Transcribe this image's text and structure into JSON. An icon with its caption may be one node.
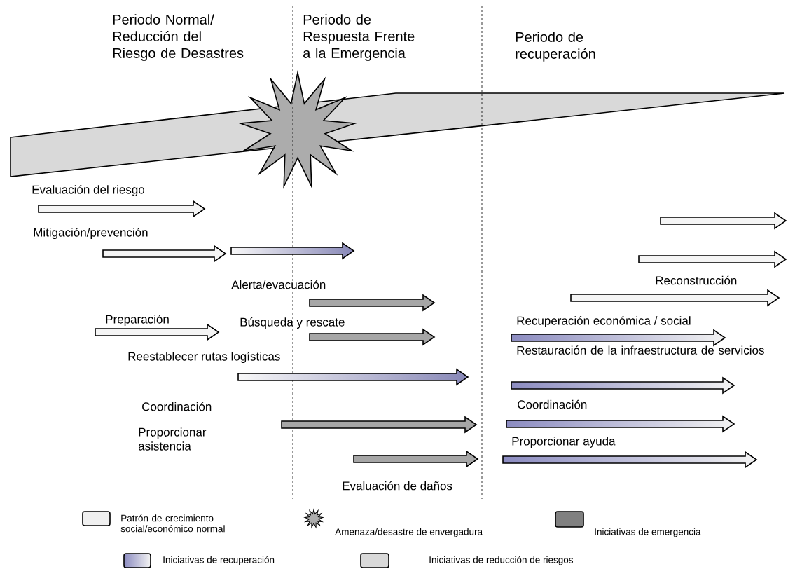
{
  "diagram": {
    "labels": [
      "Periodo Normal/ Reducción del Riesgo de Desastres",
      "Periodo de Respuesta Frente a la Emergencia",
      "Periodo de recuperación",
      "Evaluación del riesgo",
      "Mitigación/prevención",
      "Reconstrucción",
      "Alerta/evacuación",
      "Preparación",
      "Búsqueda y rescate",
      "Recuperación económica / social",
      "Reestablecer rutas logísticas",
      "Restauración de la infraestructura de servicios",
      "Coordinación",
      "Coordinación",
      "Proporcionar asistencia",
      "Proporcionar ayuda",
      "Evaluación de daños"
    ],
    "legend": [
      {
        "text": "Patrón de crecimiento social/económico normal",
        "color": "#f0f0f0"
      },
      {
        "text": "Amenaza/desastre de envergadura"
      },
      {
        "text": "Iniciativas de emergencia",
        "color": "#808080"
      },
      {
        "text": "Iniciativas de recuperación"
      },
      {
        "text": "Iniciativas de reducción de riesgos"
      }
    ]
  }
}
